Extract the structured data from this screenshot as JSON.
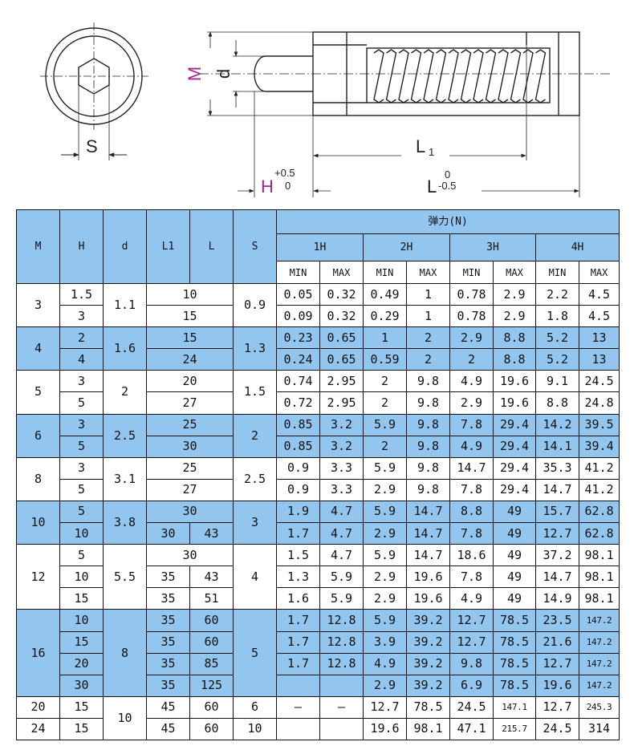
{
  "drawing": {
    "labels": {
      "s": "S",
      "m": "M",
      "d": "d",
      "l1_main": "L",
      "l1_sub": "1",
      "h_main": "H",
      "h_tol_upper": "+0.5",
      "h_tol_lower": "0",
      "l_main": "L",
      "l_tol_upper": "0",
      "l_tol_lower": "-0.5"
    },
    "colors": {
      "line": "#222222",
      "magenta_label": "#a0288c",
      "table_blue": "#93c6ef"
    }
  },
  "table": {
    "headers": {
      "m": "M",
      "h": "H",
      "d": "d",
      "l1": "L1",
      "l": "L",
      "s": "S",
      "spring_force": "弹力(N)",
      "grades": [
        "1H",
        "2H",
        "3H",
        "4H"
      ],
      "min": "MIN",
      "max": "MAX"
    },
    "groups": [
      {
        "m": "3",
        "d": "1.1",
        "s": "0.9",
        "rows": [
          {
            "h": "1.5",
            "l1": "10",
            "l": "",
            "f": [
              "0.05",
              "0.32",
              "0.49",
              "1",
              "0.78",
              "2.9",
              "2.2",
              "4.5"
            ]
          },
          {
            "h": "3",
            "l1": "15",
            "l": "",
            "f": [
              "0.09",
              "0.32",
              "0.29",
              "1",
              "0.78",
              "2.9",
              "1.8",
              "4.5"
            ]
          }
        ]
      },
      {
        "m": "4",
        "d": "1.6",
        "s": "1.3",
        "rows": [
          {
            "h": "2",
            "l1": "15",
            "l": "",
            "f": [
              "0.23",
              "0.65",
              "1",
              "2",
              "2.9",
              "8.8",
              "5.2",
              "13"
            ]
          },
          {
            "h": "4",
            "l1": "24",
            "l": "",
            "f": [
              "0.24",
              "0.65",
              "0.59",
              "2",
              "2",
              "8.8",
              "5.2",
              "13"
            ]
          }
        ]
      },
      {
        "m": "5",
        "d": "2",
        "s": "1.5",
        "rows": [
          {
            "h": "3",
            "l1": "20",
            "l": "",
            "f": [
              "0.74",
              "2.95",
              "2",
              "9.8",
              "4.9",
              "19.6",
              "9.1",
              "24.5"
            ]
          },
          {
            "h": "5",
            "l1": "27",
            "l": "",
            "f": [
              "0.72",
              "2.95",
              "2",
              "9.8",
              "2.9",
              "19.6",
              "8.8",
              "24.8"
            ]
          }
        ]
      },
      {
        "m": "6",
        "d": "2.5",
        "s": "2",
        "rows": [
          {
            "h": "3",
            "l1": "25",
            "l": "",
            "f": [
              "0.85",
              "3.2",
              "5.9",
              "9.8",
              "7.8",
              "29.4",
              "14.2",
              "39.5"
            ]
          },
          {
            "h": "5",
            "l1": "30",
            "l": "",
            "f": [
              "0.85",
              "3.2",
              "2",
              "9.8",
              "4.9",
              "29.4",
              "14.1",
              "39.4"
            ]
          }
        ]
      },
      {
        "m": "8",
        "d": "3.1",
        "s": "2.5",
        "rows": [
          {
            "h": "3",
            "l1": "25",
            "l": "",
            "f": [
              "0.9",
              "3.3",
              "5.9",
              "9.8",
              "14.7",
              "29.4",
              "35.3",
              "41.2"
            ]
          },
          {
            "h": "5",
            "l1": "27",
            "l": "",
            "f": [
              "0.9",
              "3.3",
              "2.9",
              "9.8",
              "7.8",
              "29.4",
              "14.7",
              "41.2"
            ]
          }
        ]
      },
      {
        "m": "10",
        "d": "3.8",
        "s": "3",
        "rows": [
          {
            "h": "5",
            "l1": "30",
            "l": "",
            "f": [
              "1.9",
              "4.7",
              "5.9",
              "14.7",
              "8.8",
              "49",
              "15.7",
              "62.8"
            ]
          },
          {
            "h": "10",
            "l1": "30",
            "l": "43",
            "f": [
              "1.7",
              "4.7",
              "2.9",
              "14.7",
              "7.8",
              "49",
              "12.7",
              "62.8"
            ]
          }
        ]
      },
      {
        "m": "12",
        "d": "5.5",
        "s": "4",
        "rows": [
          {
            "h": "5",
            "l1": "30",
            "l": "",
            "f": [
              "1.5",
              "4.7",
              "5.9",
              "14.7",
              "18.6",
              "49",
              "37.2",
              "98.1"
            ]
          },
          {
            "h": "10",
            "l1": "35",
            "l": "43",
            "f": [
              "1.3",
              "5.9",
              "2.9",
              "19.6",
              "7.8",
              "49",
              "14.7",
              "98.1"
            ]
          },
          {
            "h": "15",
            "l1": "35",
            "l": "51",
            "f": [
              "1.6",
              "5.9",
              "2.9",
              "19.6",
              "4.9",
              "49",
              "14.9",
              "98.1"
            ]
          }
        ]
      },
      {
        "m": "16",
        "d": "8",
        "s": "5",
        "rows": [
          {
            "h": "10",
            "l1": "35",
            "l": "60",
            "f": [
              "1.7",
              "12.8",
              "5.9",
              "39.2",
              "12.7",
              "78.5",
              "23.5",
              "147.2"
            ]
          },
          {
            "h": "15",
            "l1": "35",
            "l": "60",
            "f": [
              "1.7",
              "12.8",
              "3.9",
              "39.2",
              "12.7",
              "78.5",
              "21.6",
              "147.2"
            ]
          },
          {
            "h": "20",
            "l1": "35",
            "l": "85",
            "f": [
              "1.7",
              "12.8",
              "4.9",
              "39.2",
              "9.8",
              "78.5",
              "12.7",
              "147.2"
            ]
          },
          {
            "h": "30",
            "l1": "35",
            "l": "125",
            "f": [
              "",
              "",
              "2.9",
              "39.2",
              "6.9",
              "78.5",
              "19.6",
              "147.2"
            ]
          }
        ]
      },
      {
        "m": "20",
        "d": "10",
        "s": "6",
        "rows": [
          {
            "h": "15",
            "l1": "45",
            "l": "60",
            "f": [
              "–",
              "–",
              "12.7",
              "78.5",
              "24.5",
              "147.1",
              "12.7",
              "245.3"
            ]
          }
        ]
      },
      {
        "m": "24",
        "d": "",
        "s": "10",
        "rows": [
          {
            "h": "15",
            "l1": "45",
            "l": "60",
            "f": [
              "",
              "",
              "19.6",
              "98.1",
              "47.1",
              "215.7",
              "24.5",
              "314"
            ]
          }
        ]
      }
    ]
  }
}
